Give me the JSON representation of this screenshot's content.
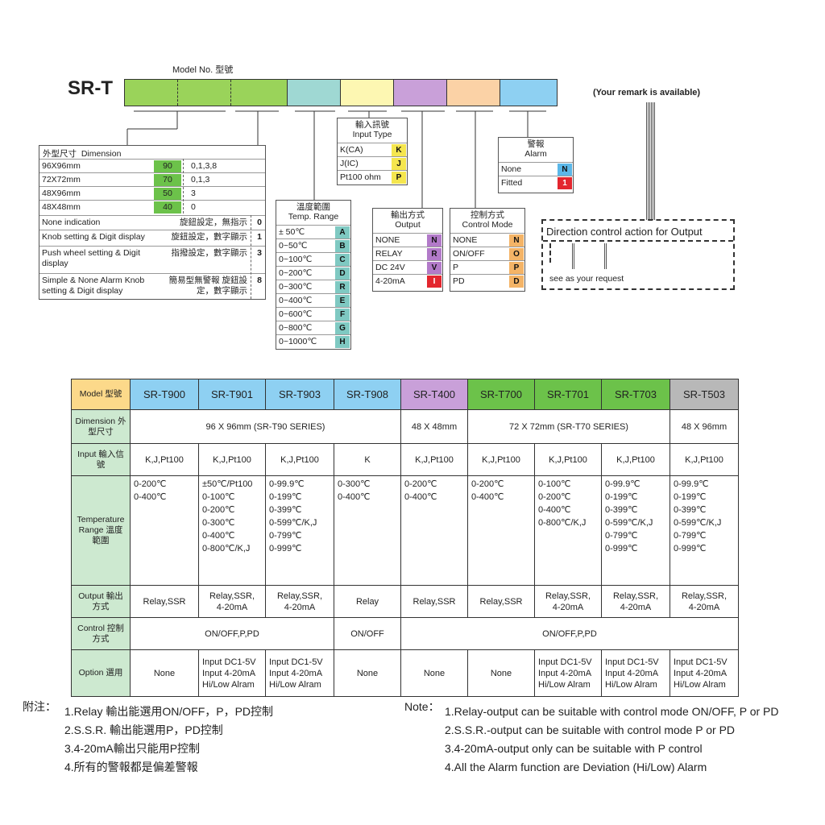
{
  "header": {
    "model_no_label": "Model No. 型號",
    "model_prefix": "SR-T",
    "remark": "(Your remark is available)"
  },
  "segments": [
    {
      "color": "#9ad35a"
    },
    {
      "color": "#9ad35a"
    },
    {
      "color": "#9ad35a"
    },
    {
      "color": "#9fd8d3"
    },
    {
      "color": "#fdf7b2"
    },
    {
      "color": "#c9a0d9"
    },
    {
      "color": "#fbd2a6"
    },
    {
      "color": "#8ed0f2"
    }
  ],
  "dimension": {
    "title_cn": "外型尺寸",
    "title_en": "Dimension",
    "rows": [
      {
        "size": "96X96mm",
        "code": "90",
        "options": "0,1,3,8"
      },
      {
        "size": "72X72mm",
        "code": "70",
        "options": "0,1,3"
      },
      {
        "size": "48X96mm",
        "code": "50",
        "options": "3"
      },
      {
        "size": "48X48mm",
        "code": "40",
        "options": "0"
      }
    ]
  },
  "indication": {
    "rows": [
      {
        "en": "None indication",
        "cn": "旋鈕設定，無指示",
        "code": "0"
      },
      {
        "en": "Knob setting & Digit display",
        "cn": "旋鈕設定，數字顯示",
        "code": "1"
      },
      {
        "en": "Push wheel setting & Digit display",
        "cn": "指撥設定，數字顯示",
        "code": "3"
      },
      {
        "en": "Simple & None Alarm Knob setting & Digit display",
        "cn": "簡易型無警報 旋鈕設定，數字顯示",
        "code": "8"
      }
    ]
  },
  "input_type": {
    "title_cn": "輸入訊號",
    "title_en": "Input Type",
    "rows": [
      {
        "label": "K(CA)",
        "code": "K"
      },
      {
        "label": "J(IC)",
        "code": "J"
      },
      {
        "label": "Pt100 ohm",
        "code": "P"
      }
    ]
  },
  "temp_range": {
    "title_cn": "溫度範圍",
    "title_en": "Temp. Range",
    "rows": [
      {
        "label": "± 50℃",
        "code": "A"
      },
      {
        "label": "0~50℃",
        "code": "B"
      },
      {
        "label": "0~100℃",
        "code": "C"
      },
      {
        "label": "0~200℃",
        "code": "D"
      },
      {
        "label": "0~300℃",
        "code": "R"
      },
      {
        "label": "0~400℃",
        "code": "E"
      },
      {
        "label": "0~600℃",
        "code": "F"
      },
      {
        "label": "0~800℃",
        "code": "G"
      },
      {
        "label": "0~1000℃",
        "code": "H"
      }
    ]
  },
  "output": {
    "title_cn": "輸出方式",
    "title_en": "Output",
    "rows": [
      {
        "label": "NONE",
        "code": "N"
      },
      {
        "label": "RELAY",
        "code": "R"
      },
      {
        "label": "DC 24V",
        "code": "V"
      },
      {
        "label": "4-20mA",
        "code": "I"
      }
    ]
  },
  "control_mode": {
    "title_cn": "控制方式",
    "title_en": "Control Mode",
    "rows": [
      {
        "label": "NONE",
        "code": "N"
      },
      {
        "label": "ON/OFF",
        "code": "O"
      },
      {
        "label": "P",
        "code": "P"
      },
      {
        "label": "PD",
        "code": "D"
      }
    ]
  },
  "alarm": {
    "title_cn": "警報",
    "title_en": "Alarm",
    "rows": [
      {
        "label": "None",
        "code": "N"
      },
      {
        "label": "Fitted",
        "code": "1"
      }
    ]
  },
  "direction": {
    "title": "Direction control action for Output",
    "note": "see as your request"
  },
  "spec_table": {
    "model_label": "Model 型號",
    "models": [
      "SR-T900",
      "SR-T901",
      "SR-T903",
      "SR-T908",
      "SR-T400",
      "SR-T700",
      "SR-T701",
      "SR-T703",
      "SR-T503"
    ],
    "dimension_label": "Dimension 外型尺寸",
    "dimension_t90": "96 X 96mm (SR-T90 SERIES)",
    "dimension_t400": "48 X 48mm",
    "dimension_t70": "72 X 72mm (SR-T70 SERIES)",
    "dimension_t503": "48 X 96mm",
    "input_label": "Input 輸入信號",
    "inputs": [
      "K,J,Pt100",
      "K,J,Pt100",
      "K,J,Pt100",
      "K",
      "K,J,Pt100",
      "K,J,Pt100",
      "K,J,Pt100",
      "K,J,Pt100",
      "K,J,Pt100"
    ],
    "temp_label": "Temperature Range 溫度範圍",
    "temps": [
      "0-200℃\n0-400℃",
      "±50℃/Pt100\n0-100℃\n0-200℃\n0-300℃\n0-400℃\n0-800℃/K,J",
      "0-99.9℃\n0-199℃\n0-399℃\n0-599℃/K,J\n0-799℃\n0-999℃",
      "0-300℃\n0-400℃",
      "0-200℃\n0-400℃",
      "0-200℃\n0-400℃",
      "0-100℃\n0-200℃\n0-400℃\n0-800℃/K,J",
      "0-99.9℃\n0-199℃\n0-399℃\n0-599℃/K,J\n0-799℃\n0-999℃",
      "0-99.9℃\n0-199℃\n0-399℃\n0-599℃/K,J\n0-799℃\n0-999℃"
    ],
    "output_label": "Output 輸出方式",
    "outputs": [
      "Relay,SSR",
      "Relay,SSR,\n4-20mA",
      "Relay,SSR,\n4-20mA",
      "Relay",
      "Relay,SSR",
      "Relay,SSR",
      "Relay,SSR,\n4-20mA",
      "Relay,SSR,\n4-20mA",
      "Relay,SSR,\n4-20mA"
    ],
    "control_label": "Control 控制方式",
    "control_t90": "ON/OFF,P,PD",
    "control_t908": "ON/OFF",
    "control_rest": "ON/OFF,P,PD",
    "option_label": "Option 選用",
    "options": [
      "None",
      "Input DC1-5V\nInput 4-20mA\nHi/Low Alram",
      "Input DC1-5V\nInput 4-20mA\nHi/Low Alram",
      "None",
      "None",
      "None",
      "Input DC1-5V\nInput 4-20mA\nHi/Low Alram",
      "Input DC1-5V\nInput 4-20mA\nHi/Low Alram",
      "Input DC1-5V\nInput 4-20mA\nHi/Low Alram"
    ],
    "header_colors": [
      "#8ed0f2",
      "#8ed0f2",
      "#8ed0f2",
      "#8ed0f2",
      "#c9a0d9",
      "#6cc24a",
      "#6cc24a",
      "#6cc24a",
      "#b8b8b8"
    ]
  },
  "notes_cn": {
    "label": "附注：",
    "items": [
      "1.Relay 輸出能選用ON/OFF，P，PD控制",
      "2.S.S.R. 輸出能選用P，PD控制",
      "3.4-20mA輸出只能用P控制",
      "4.所有的警報都是偏差警報"
    ]
  },
  "notes_en": {
    "label": "Note：",
    "items": [
      "1.Relay-output can be suitable with control mode ON/OFF, P or PD",
      "2.S.S.R.-output can be suitable with control mode P or PD",
      "3.4-20mA-output only can be suitable with P control",
      "4.All the Alarm function are Deviation (Hi/Low) Alarm"
    ]
  }
}
